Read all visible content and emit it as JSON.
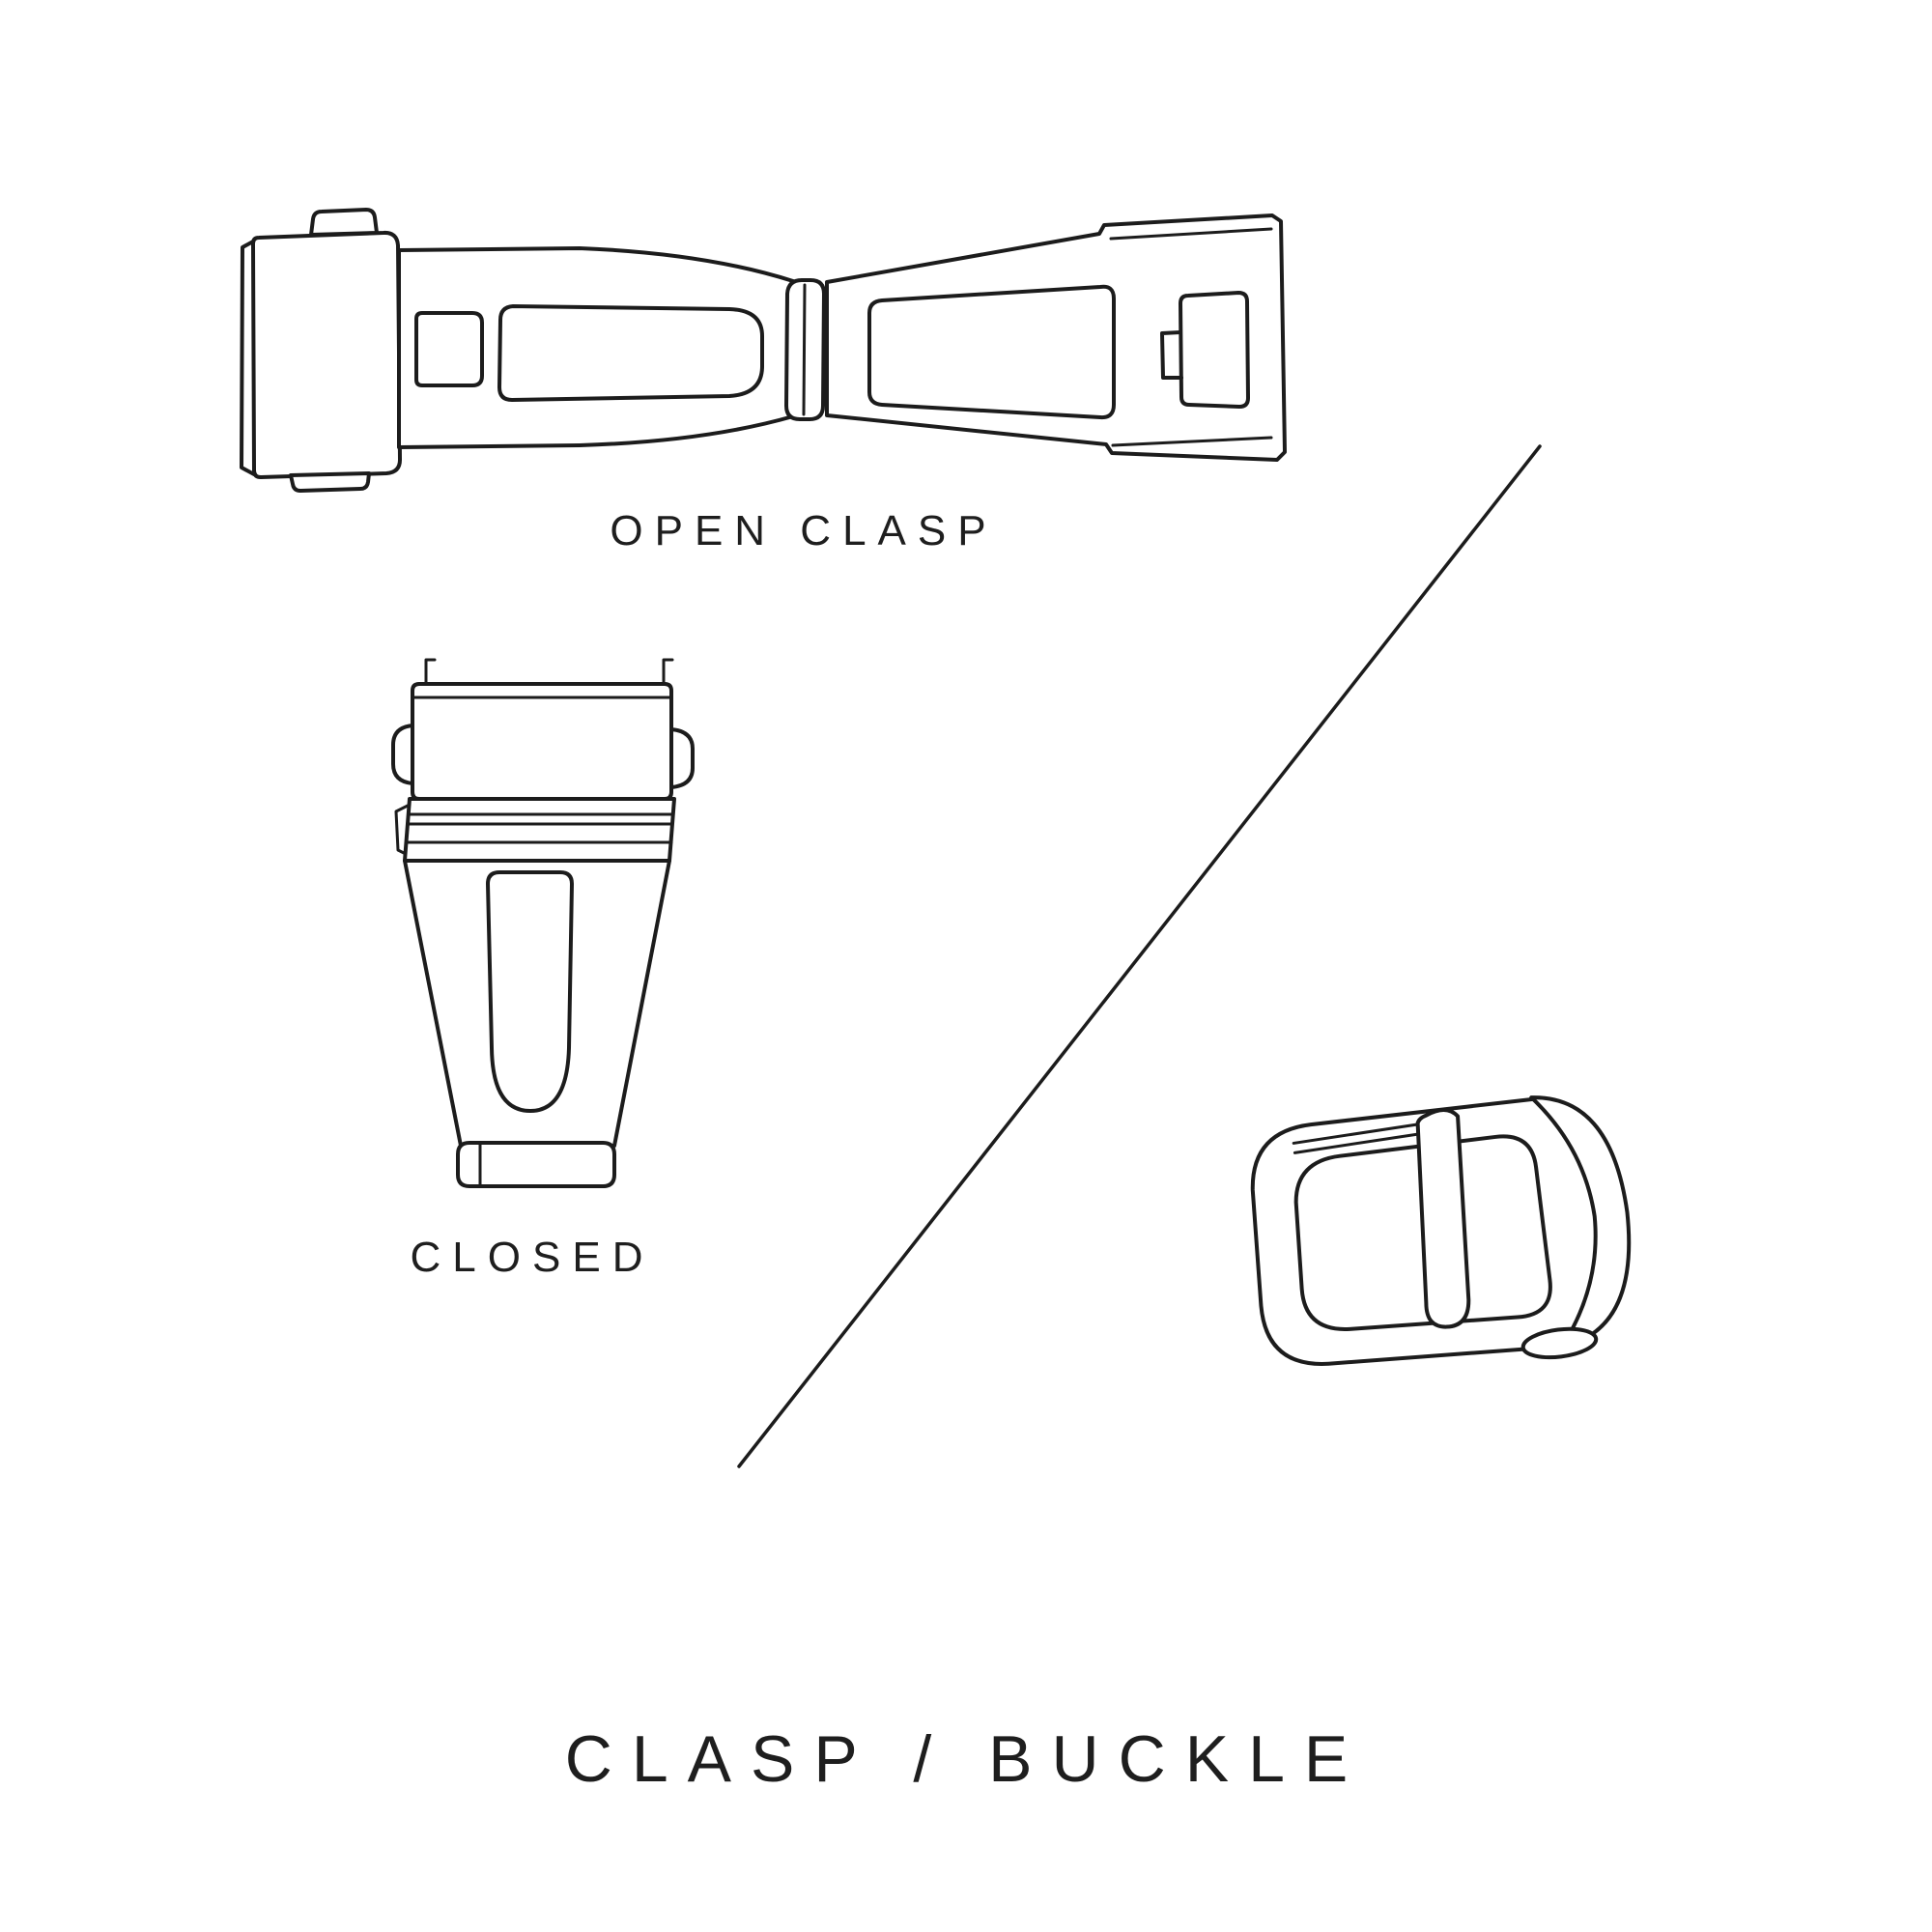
{
  "canvas": {
    "background": "#ffffff",
    "line_color": "#1c1c1c",
    "text_color": "#1e1e1e"
  },
  "labels": {
    "open_clasp": "OPEN CLASP",
    "closed": "CLOSED"
  },
  "title": "CLASP / BUCKLE",
  "illustrations": {
    "open_clasp": "open-clasp-line-drawing",
    "closed_clasp": "closed-clasp-line-drawing",
    "buckle": "tang-buckle-line-drawing",
    "divider": "diagonal-divider-line"
  }
}
